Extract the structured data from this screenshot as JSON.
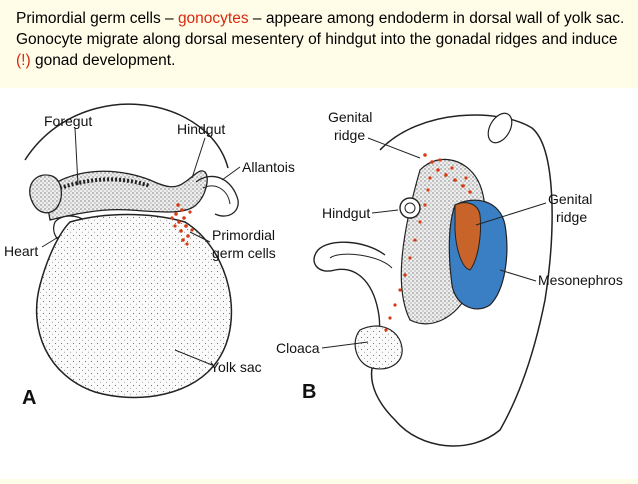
{
  "caption": {
    "part1": "Primordial germ cells – ",
    "highlight1": "gonocytes",
    "part2": " – appeare among endoderm in dorsal wall of yolk sac. Gonocyte migrate along dorsal mesentery of hindgut into the gonadal ridges and induce ",
    "highlight2": "(!)",
    "part3": " gonad development."
  },
  "panel_a": {
    "letter": "A",
    "labels": {
      "foregut": "Foregut",
      "hindgut": "Hindgut",
      "allantois": "Allantois",
      "heart": "Heart",
      "pgc_line1": "Primordial",
      "pgc_line2": "germ cells",
      "yolk_sac": "Yolk sac"
    }
  },
  "panel_b": {
    "letter": "B",
    "labels": {
      "genital_ridge_top_1": "Genital",
      "genital_ridge_top_2": "ridge",
      "hindgut": "Hindgut",
      "genital_ridge_right_1": "Genital",
      "genital_ridge_right_2": "ridge",
      "mesonephros": "Mesonephros",
      "cloaca": "Cloaca"
    }
  },
  "colors": {
    "highlight": "#d8290f",
    "germ_cells": "#d83a14",
    "gonad": "#c8642a",
    "mesonephros": "#3a7fc4",
    "background": "#fffde8"
  }
}
